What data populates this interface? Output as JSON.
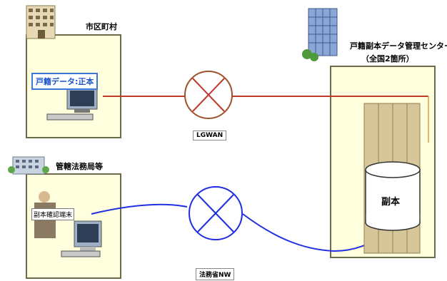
{
  "municipality": {
    "title": "市区町村",
    "master_label": "戸籍データ:正本"
  },
  "legal_office": {
    "title": "管轄法務局等",
    "terminal_label": "副本確認端末"
  },
  "center": {
    "title": "戸籍副本データ管理センター",
    "subtitle": "（全国2箇所）",
    "db_label": "副本"
  },
  "networks": {
    "lgwan": "LGWAN",
    "moj_nw": "法務省NW"
  },
  "colors": {
    "lgwan_line": "#c0392b",
    "moj_line": "#1f2ee0",
    "box_fill": "#ffffde",
    "box_border": "#6b6b4a"
  }
}
